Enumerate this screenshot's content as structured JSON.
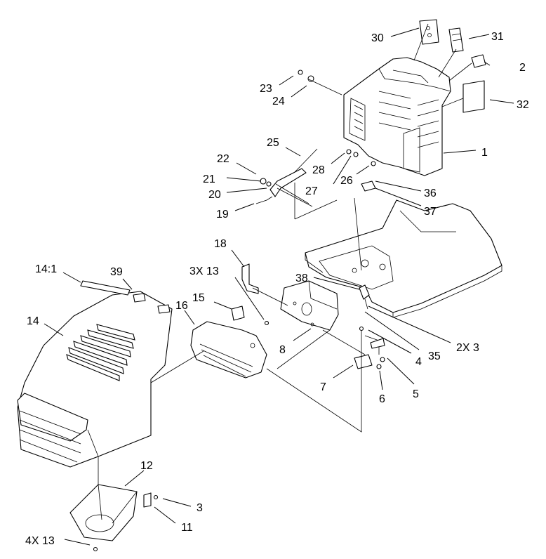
{
  "callouts": [
    {
      "id": "c30",
      "label": "30"
    },
    {
      "id": "c31",
      "label": "31"
    },
    {
      "id": "c2",
      "label": "2"
    },
    {
      "id": "c32",
      "label": "32"
    },
    {
      "id": "c23",
      "label": "23"
    },
    {
      "id": "c24",
      "label": "24"
    },
    {
      "id": "c1",
      "label": "1"
    },
    {
      "id": "c25",
      "label": "25"
    },
    {
      "id": "c22",
      "label": "22"
    },
    {
      "id": "c28",
      "label": "28"
    },
    {
      "id": "c21",
      "label": "21"
    },
    {
      "id": "c20",
      "label": "20"
    },
    {
      "id": "c27",
      "label": "27"
    },
    {
      "id": "c26",
      "label": "26"
    },
    {
      "id": "c36",
      "label": "36"
    },
    {
      "id": "c37",
      "label": "37"
    },
    {
      "id": "c19",
      "label": "19"
    },
    {
      "id": "c18",
      "label": "18"
    },
    {
      "id": "c14_1",
      "label": "14:1"
    },
    {
      "id": "c39",
      "label": "39"
    },
    {
      "id": "c3x13",
      "label": "3X 13"
    },
    {
      "id": "c38",
      "label": "38"
    },
    {
      "id": "c15",
      "label": "15"
    },
    {
      "id": "c16",
      "label": "16"
    },
    {
      "id": "c14",
      "label": "14"
    },
    {
      "id": "c2x3",
      "label": "2X 3"
    },
    {
      "id": "c35",
      "label": "35"
    },
    {
      "id": "c8",
      "label": "8"
    },
    {
      "id": "c4",
      "label": "4"
    },
    {
      "id": "c7",
      "label": "7"
    },
    {
      "id": "c5",
      "label": "5"
    },
    {
      "id": "c6",
      "label": "6"
    },
    {
      "id": "c12",
      "label": "12"
    },
    {
      "id": "c3",
      "label": "3"
    },
    {
      "id": "c11",
      "label": "11"
    },
    {
      "id": "c4x13",
      "label": "4X 13"
    }
  ]
}
